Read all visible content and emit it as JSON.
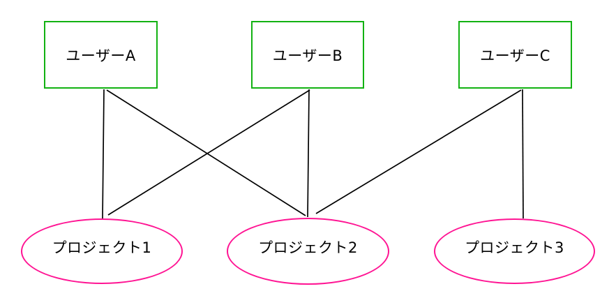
{
  "diagram": {
    "type": "bipartite-graph",
    "nodes": {
      "users": [
        {
          "id": "userA",
          "label": "ユーザーA",
          "shape": "rectangle"
        },
        {
          "id": "userB",
          "label": "ユーザーB",
          "shape": "rectangle"
        },
        {
          "id": "userC",
          "label": "ユーザーC",
          "shape": "rectangle"
        }
      ],
      "projects": [
        {
          "id": "project1",
          "label": "プロジェクト1",
          "shape": "ellipse"
        },
        {
          "id": "project2",
          "label": "プロジェクト2",
          "shape": "ellipse"
        },
        {
          "id": "project3",
          "label": "プロジェクト3",
          "shape": "ellipse"
        }
      ]
    },
    "edges": [
      {
        "from": "userA",
        "to": "project1"
      },
      {
        "from": "userA",
        "to": "project2"
      },
      {
        "from": "userB",
        "to": "project1"
      },
      {
        "from": "userB",
        "to": "project2"
      },
      {
        "from": "userC",
        "to": "project2"
      },
      {
        "from": "userC",
        "to": "project3"
      }
    ],
    "colors": {
      "user_border": "#12b212",
      "project_border": "#ff1493",
      "edge": "#000000",
      "text": "#000000",
      "background": "#ffffff"
    }
  }
}
